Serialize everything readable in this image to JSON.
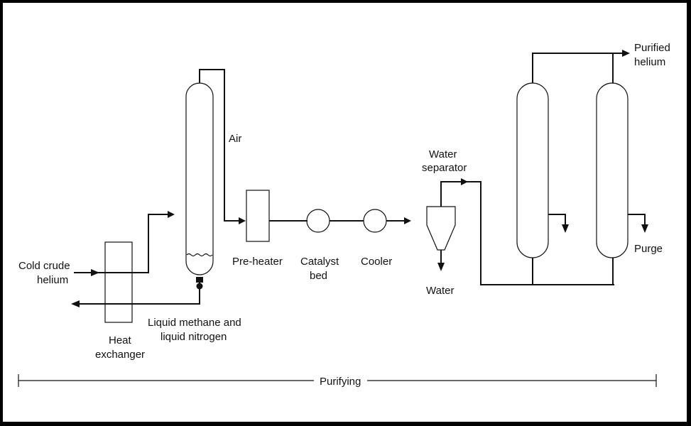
{
  "labels": {
    "cold_crude_1": "Cold crude",
    "cold_crude_2": "helium",
    "heat_exchanger_1": "Heat",
    "heat_exchanger_2": "exchanger",
    "liquids_1": "Liquid methane and",
    "liquids_2": "liquid nitrogen",
    "air": "Air",
    "preheater": "Pre-heater",
    "catalyst_1": "Catalyst",
    "catalyst_2": "bed",
    "cooler": "Cooler",
    "water_sep_1": "Water",
    "water_sep_2": "separator",
    "water": "Water",
    "purified_1": "Purified",
    "purified_2": "helium",
    "purge": "Purge",
    "purifying": "Purifying"
  }
}
